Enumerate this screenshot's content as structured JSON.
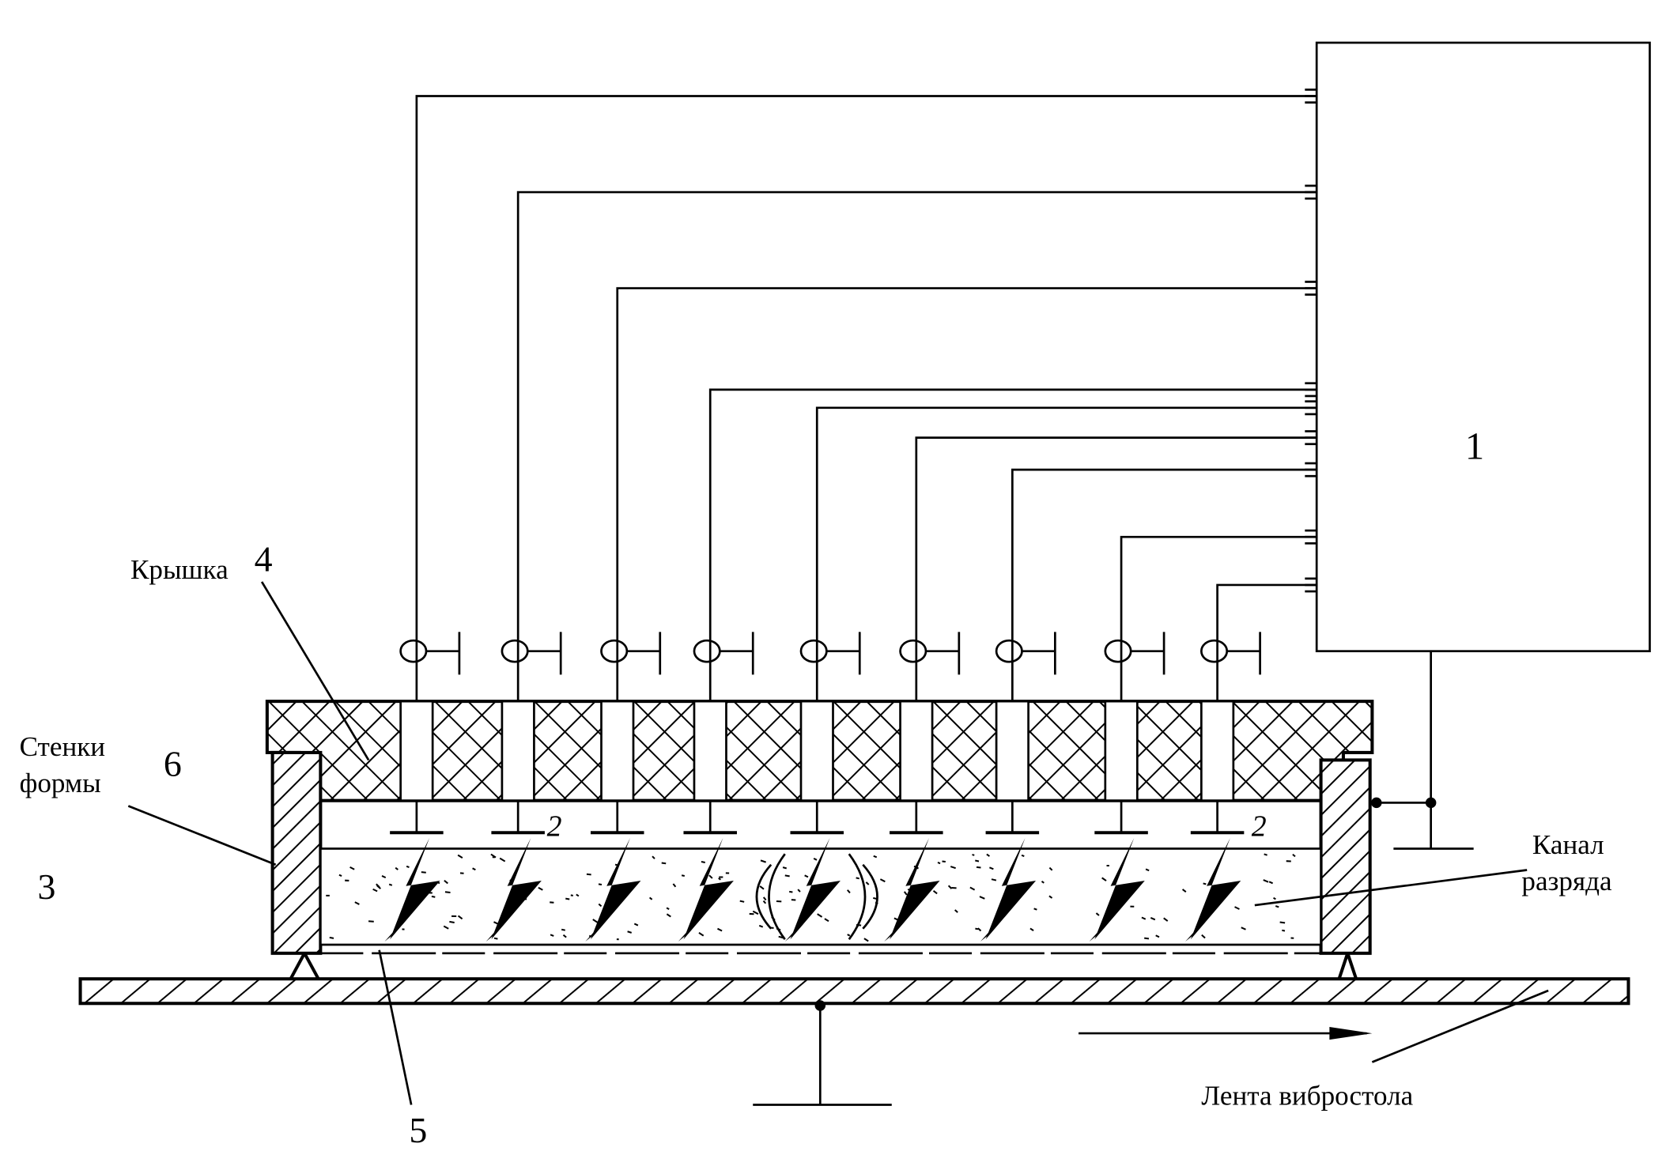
{
  "labels": {
    "block_number": "1",
    "electrode_mark_left": "2",
    "electrode_mark_right": "2",
    "form_number": "3",
    "lid_number": "4",
    "ground_number": "5",
    "walls_number": "6",
    "lid_label": "Крышка",
    "walls_label_line1": "Стенки",
    "walls_label_line2": "формы",
    "channel_label_line1": "Канал",
    "channel_label_line2": "разряда",
    "belt_label": "Лента вибростола"
  },
  "electrode_count": 9,
  "colors": {
    "ink": "#000000",
    "paper": "#ffffff"
  }
}
